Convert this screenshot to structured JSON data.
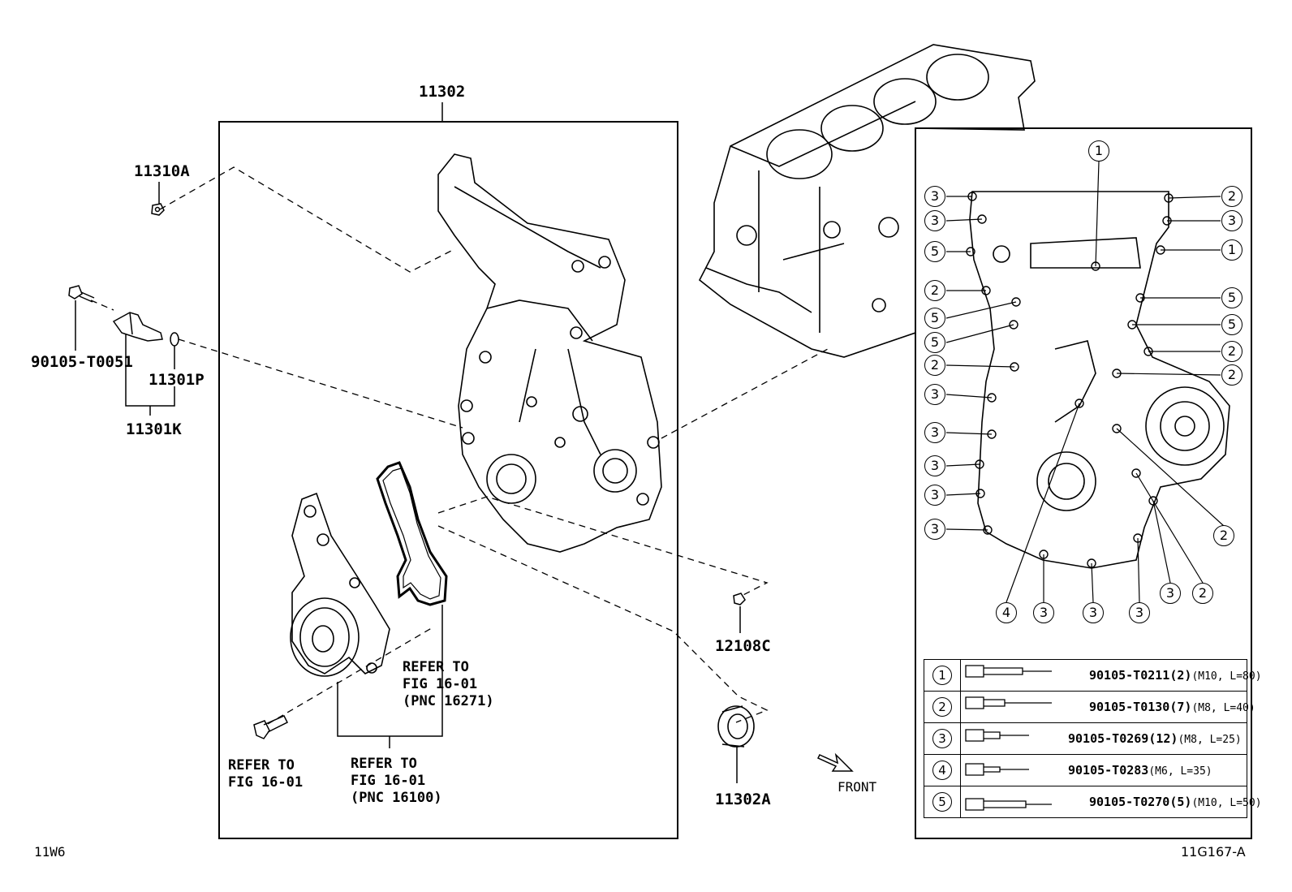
{
  "labels": {
    "assembly": "11302",
    "nut_11310a": "11310A",
    "bolt_sensor": "90105-T0051",
    "oring": "11301P",
    "sensor_set": "11301K",
    "nut_12108c": "12108C",
    "seal": "11302A",
    "refer_pnc16271": "REFER TO\nFIG 16-01\n(PNC 16271)",
    "refer_fig": "REFER TO\nFIG 16-01",
    "refer_pnc16100": "REFER TO\nFIG 16-01\n(PNC 16100)",
    "front": "FRONT",
    "code_left": "11W6",
    "code_right": "11G167-A"
  },
  "callouts": {
    "top_center": "1",
    "left": [
      "3",
      "3",
      "5",
      "2",
      "5",
      "5",
      "2",
      "3",
      "3",
      "3",
      "3",
      "3"
    ],
    "right": [
      "2",
      "3",
      "1",
      "5",
      "5",
      "2",
      "2",
      "2"
    ],
    "bottom": [
      "4",
      "3",
      "3",
      "3",
      "3",
      "2"
    ]
  },
  "bolt_table": [
    {
      "key": "1",
      "part": "90105-T0211",
      "qty": "(2)",
      "spec": "(M10, L=80)"
    },
    {
      "key": "2",
      "part": "90105-T0130",
      "qty": "(7)",
      "spec": "(M8, L=40)"
    },
    {
      "key": "3",
      "part": "90105-T0269",
      "qty": "(12)",
      "spec": "(M8, L=25)"
    },
    {
      "key": "4",
      "part": "90105-T0283",
      "qty": "",
      "spec": "(M6, L=35)"
    },
    {
      "key": "5",
      "part": "90105-T0270",
      "qty": "(5)",
      "spec": "(M10, L=50)"
    }
  ]
}
